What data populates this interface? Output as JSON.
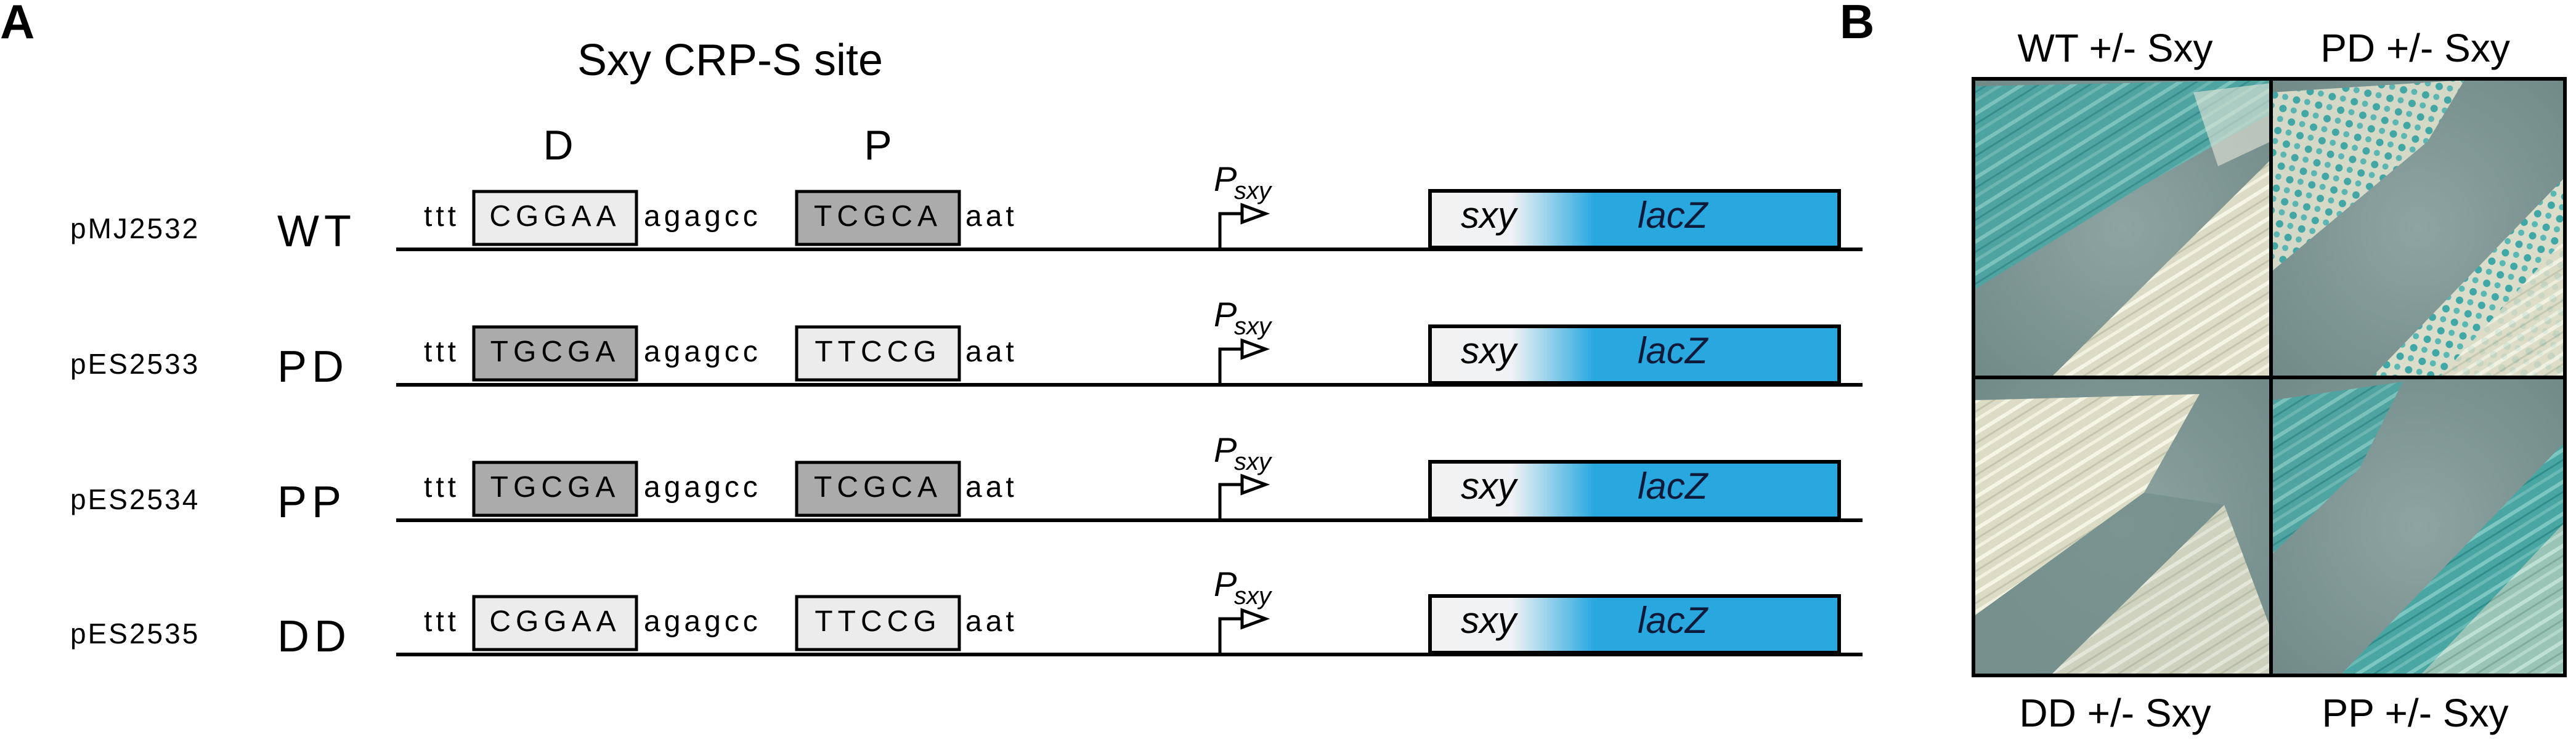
{
  "panel_a": {
    "letter": "A",
    "title": "Sxy CRP-S site",
    "distal_label": "D",
    "proximal_label": "P",
    "promoter_label": "P",
    "promoter_subscript": "sxy",
    "gene_sxy": "sxy",
    "gene_lacz": "lacZ",
    "colors": {
      "consensus_box": "#ababab",
      "nonconsensus_box": "#ececec",
      "lacz": "#29a8e0",
      "sxy": "#f2f2f2"
    },
    "constructs": [
      {
        "plasmid": "pMJ2532",
        "variant": "WT",
        "left": "ttt",
        "site_d": "CGGAA",
        "d_type": "nonconsensus",
        "spacer": "agagcc",
        "site_p": "TCGCA",
        "p_type": "consensus",
        "right": "aat"
      },
      {
        "plasmid": "pES2533",
        "variant": "PD",
        "left": "ttt",
        "site_d": "TGCGA",
        "d_type": "consensus",
        "spacer": "agagcc",
        "site_p": "TTCCG",
        "p_type": "nonconsensus",
        "right": "aat"
      },
      {
        "plasmid": "pES2534",
        "variant": "PP",
        "left": "ttt",
        "site_d": "TGCGA",
        "d_type": "consensus",
        "spacer": "agagcc",
        "site_p": "TCGCA",
        "p_type": "consensus",
        "right": "aat"
      },
      {
        "plasmid": "pES2535",
        "variant": "DD",
        "left": "ttt",
        "site_d": "CGGAA",
        "d_type": "nonconsensus",
        "spacer": "agagcc",
        "site_p": "TTCCG",
        "p_type": "nonconsensus",
        "right": "aat"
      }
    ]
  },
  "panel_b": {
    "letter": "B",
    "plates": [
      {
        "label": "WT +/- Sxy",
        "position": "top-left"
      },
      {
        "label": "PD +/- Sxy",
        "position": "top-right"
      },
      {
        "label": "DD +/- Sxy",
        "position": "bottom-left"
      },
      {
        "label": "PP +/- Sxy",
        "position": "bottom-right"
      }
    ]
  }
}
